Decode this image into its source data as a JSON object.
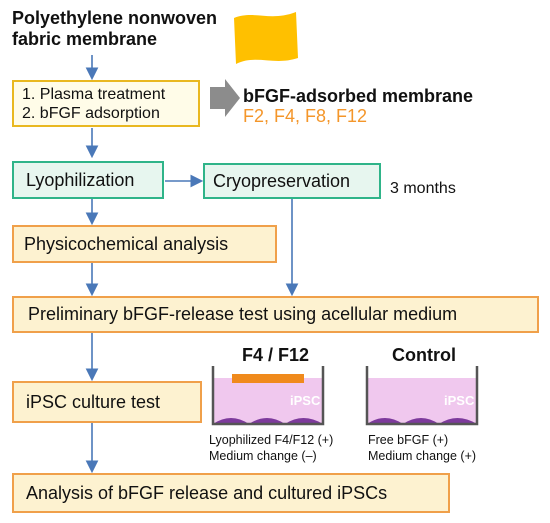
{
  "header": {
    "title_line1": "Polyethylene nonwoven",
    "title_line2": "fabric membrane"
  },
  "steps": {
    "step_treatment_line1": "1. Plasma treatment",
    "step_treatment_line2": "2. bFGF adsorption",
    "adsorbed_title": "bFGF-adsorbed membrane",
    "adsorbed_variants": "F2, F4, F8, F12",
    "lyophilization": "Lyophilization",
    "cryopreservation": "Cryopreservation",
    "duration": "3 months",
    "physicochemical": "Physicochemical analysis",
    "release_test": "Preliminary bFGF-release test using acellular medium",
    "ipsc_culture": "iPSC culture test",
    "final_analysis": "Analysis of bFGF release and cultured iPSCs"
  },
  "wells": {
    "left": {
      "title": "F4 / F12",
      "cell_label": "iPSC",
      "note_line1": "Lyophilized F4/F12 (+)",
      "note_line2": "Medium change (–)"
    },
    "right": {
      "title": "Control",
      "cell_label": "iPSC",
      "note_line1": "Free bFGF (+)",
      "note_line2": "Medium change (+)"
    }
  },
  "colors": {
    "arrow": "#4a78b8",
    "membrane": "#ffc000",
    "orange_border": "#f0a04a",
    "green_border": "#2fb489",
    "medium": "#f0c8ee",
    "cells": "#7d3a9c"
  }
}
